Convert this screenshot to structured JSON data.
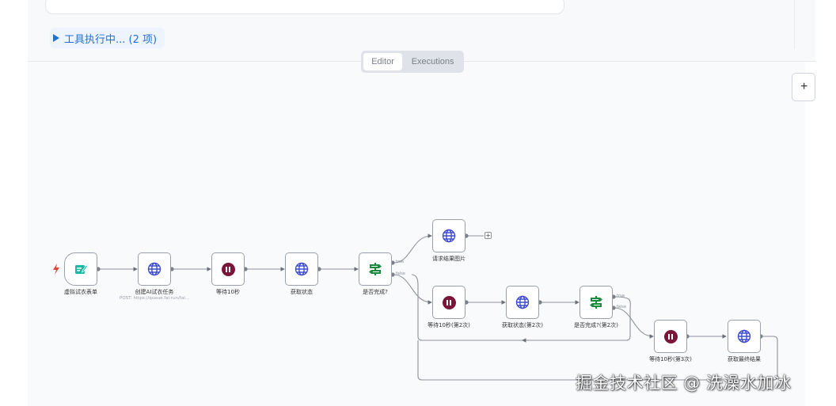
{
  "chat": {
    "tool_status": "工具执行中... (2 项)"
  },
  "mode_toggle": {
    "editor": "Editor",
    "executions": "Executions"
  },
  "zoom_button": "+",
  "workflow": {
    "nodes": [
      {
        "id": "form",
        "label": "虚拟试衣表单",
        "icon": "form-icon",
        "icon_color": "#1ab8a6"
      },
      {
        "id": "create",
        "label": "创建AI试衣任务",
        "subtitle": "POST: https://queue.fal.run/fal...",
        "icon": "globe-icon",
        "icon_color": "#3d4ad0"
      },
      {
        "id": "wait1",
        "label": "等待10秒",
        "icon": "pause-icon",
        "icon_color": "#7a1638"
      },
      {
        "id": "status1",
        "label": "获取状态",
        "icon": "globe-icon",
        "icon_color": "#3d4ad0"
      },
      {
        "id": "if1",
        "label": "是否完成?",
        "icon": "if-icon",
        "icon_color": "#1a8a3c"
      },
      {
        "id": "result",
        "label": "请求结果图片",
        "icon": "globe-icon",
        "icon_color": "#3d4ad0"
      },
      {
        "id": "wait2",
        "label": "等待10秒(第2次)",
        "icon": "pause-icon",
        "icon_color": "#7a1638"
      },
      {
        "id": "status2",
        "label": "获取状态(第2次)",
        "icon": "globe-icon",
        "icon_color": "#3d4ad0"
      },
      {
        "id": "if2",
        "label": "是否完成?(第2次)",
        "icon": "if-icon",
        "icon_color": "#1a8a3c"
      },
      {
        "id": "wait3",
        "label": "等待10秒(第3次)",
        "icon": "pause-icon",
        "icon_color": "#7a1638"
      },
      {
        "id": "final",
        "label": "获取最终结果",
        "icon": "globe-icon",
        "icon_color": "#3d4ad0"
      }
    ],
    "ports": {
      "if1_true": "true",
      "if1_false": "false",
      "if2_true": "true",
      "if2_false": "false"
    },
    "add_button": "+"
  },
  "watermark": "掘金技术社区 @ 洗澡水加冰"
}
